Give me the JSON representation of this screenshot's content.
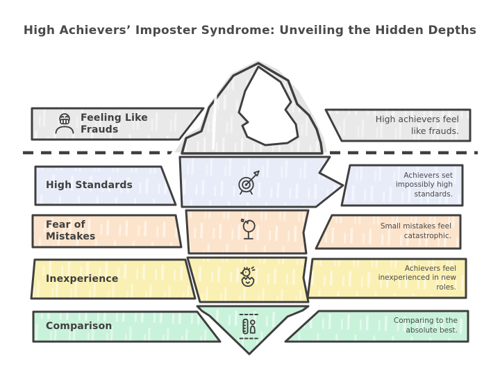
{
  "title": "High Achievers’ Imposter Syndrome: Unveiling the Hidden Depths",
  "palette": {
    "outline": "#3f3f3f",
    "title_text": "#4a4a4a",
    "desc_text": "#4a4a4a",
    "background": "#ffffff",
    "iceberg_highlight": "#ffffff",
    "waterline": "#3f3f3f"
  },
  "waterline_style": "dashed",
  "rows": [
    {
      "label": "Feeling Like Frauds",
      "desc": "High achievers feel like frauds.",
      "color": "#e9e9e9",
      "icon": "masked-person-icon"
    },
    {
      "label": "High Standards",
      "desc": "Achievers set impossibly high standards.",
      "color": "#e7ecf8",
      "icon": "target-arrow-icon"
    },
    {
      "label": "Fear of Mistakes",
      "desc": "Small mistakes feel catastrophic.",
      "color": "#fce4cc",
      "icon": "broken-glass-icon"
    },
    {
      "label": "Inexperience",
      "desc": "Achievers feel inexperienced in new roles.",
      "color": "#faf0b3",
      "icon": "hatching-chick-icon"
    },
    {
      "label": "Comparison",
      "desc": "Comparing to the absolute best.",
      "color": "#c9f2db",
      "icon": "measure-comparison-icon"
    }
  ]
}
